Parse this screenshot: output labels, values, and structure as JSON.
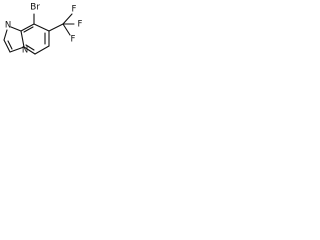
{
  "structure": {
    "atoms": {
      "br": "Br",
      "n_top": "N",
      "n_bridge": "N",
      "f_top": "F",
      "f_right": "F",
      "f_bottom": "F"
    }
  },
  "colors": {
    "bond": "#111111",
    "text": "#111111",
    "background": "#ffffff"
  }
}
